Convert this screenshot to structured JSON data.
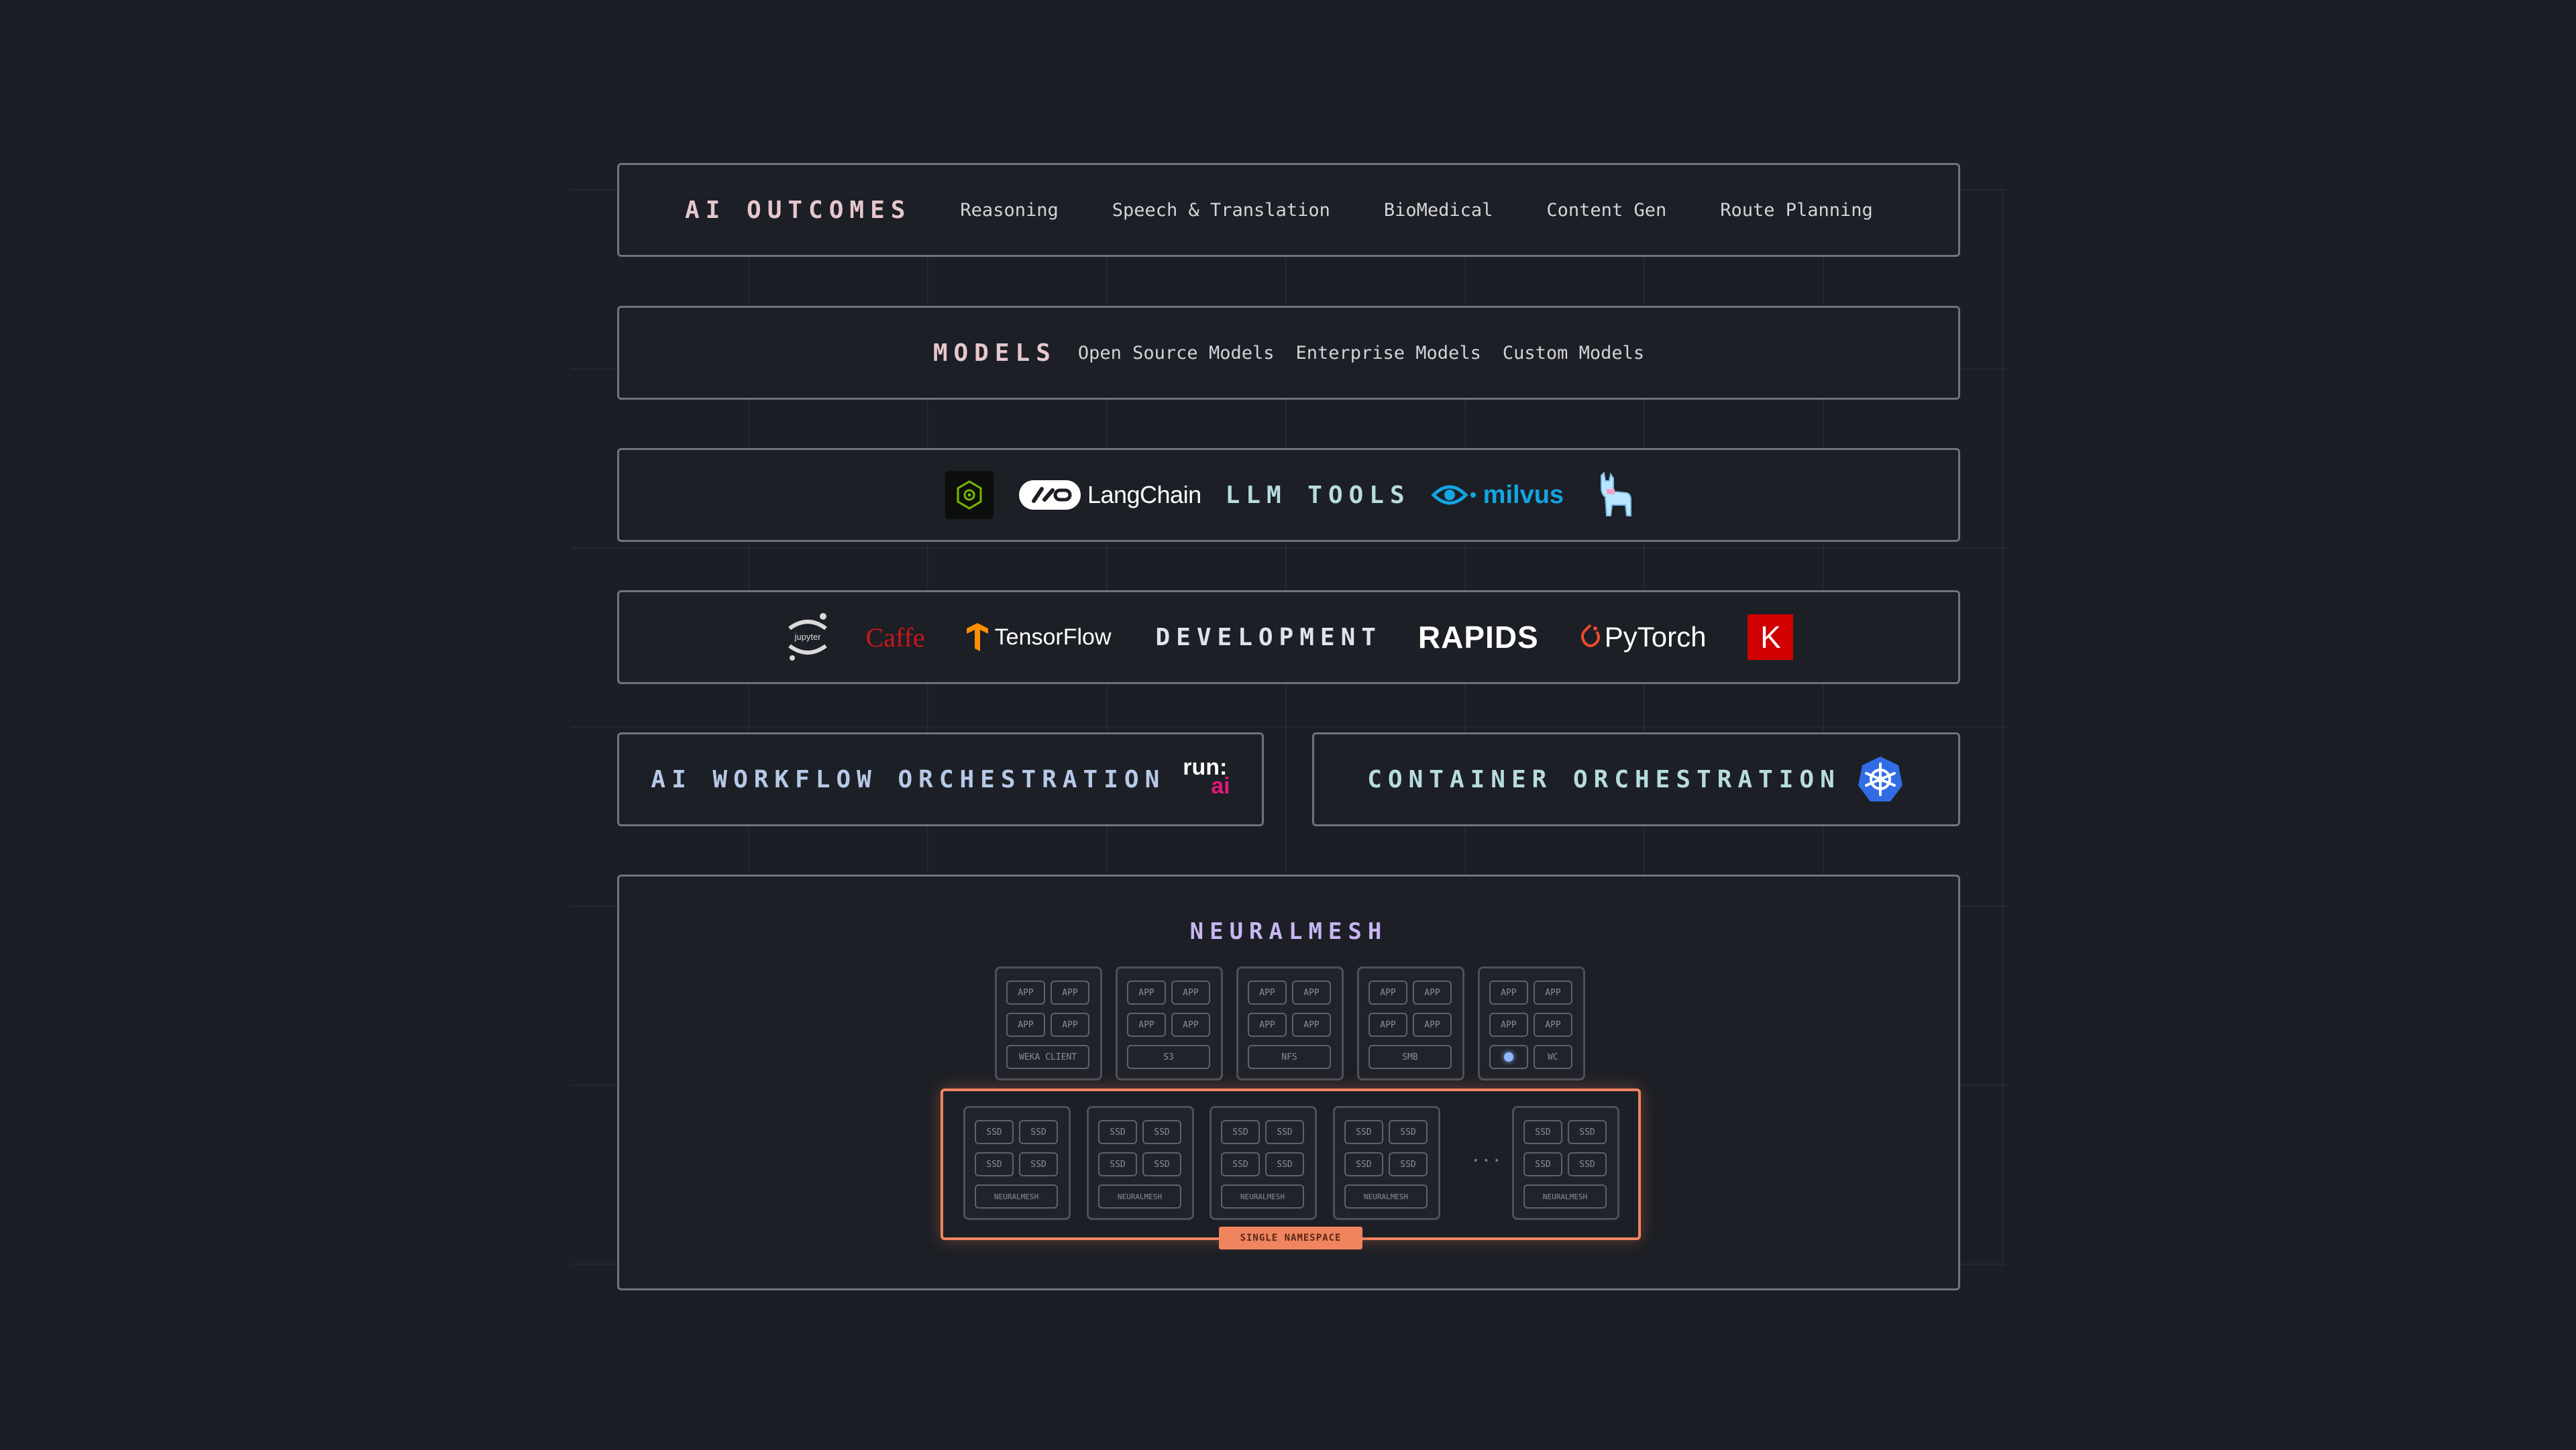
{
  "outcomes": {
    "heading": "AI OUTCOMES",
    "items": [
      "Reasoning",
      "Speech & Translation",
      "BioMedical",
      "Content Gen",
      "Route Planning"
    ]
  },
  "models": {
    "heading": "MODELS",
    "items": [
      "Open Source Models",
      "Enterprise Models",
      "Custom Models"
    ]
  },
  "llm_tools": {
    "heading": "LLM TOOLS",
    "langchain": "LangChain",
    "milvus": "milvus"
  },
  "development": {
    "heading": "DEVELOPMENT",
    "jupyter": "jupyter",
    "caffe": "Caffe",
    "tensorflow": "TensorFlow",
    "rapids": "RAPIDS",
    "pytorch": "PyTorch",
    "keras": "K"
  },
  "workflow": {
    "heading": "AI WORKFLOW ORCHESTRATION",
    "runai_top": "run:",
    "runai_bottom": "ai"
  },
  "container": {
    "heading": "CONTAINER ORCHESTRATION"
  },
  "neuralmesh": {
    "heading": "NEURALMESH",
    "app_label": "APP",
    "ssd_label": "SSD",
    "clients": [
      "WEKA CLIENT",
      "S3",
      "NFS",
      "SMB",
      "WC"
    ],
    "node_label": "NEURALMESH",
    "ellipsis": "...",
    "namespace": "SINGLE NAMESPACE"
  },
  "colors": {
    "background": "#1b1e24",
    "border": "#74717e",
    "caffe_red": "#c8171c",
    "tensorflow_orange": "#ff8f00",
    "milvus_cyan": "#12a5e3",
    "keras_red": "#d00000",
    "kubernetes_blue": "#326ce5",
    "namespace_orange": "#f0845e",
    "runai_pink": "#e6157a"
  },
  "icons": [
    "nvidia-nim-icon",
    "langchain-icon",
    "milvus-icon",
    "llama-icon",
    "jupyter-icon",
    "tensorflow-icon",
    "pytorch-icon",
    "keras-icon",
    "kubernetes-icon"
  ]
}
